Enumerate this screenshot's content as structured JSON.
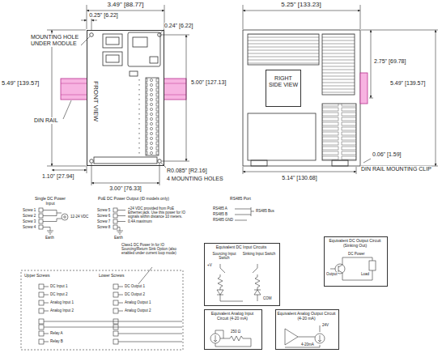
{
  "diagram": {
    "nodes": [
      {
        "text": [
          "FRONT VIEW"
        ]
      },
      {
        "text": [
          "RIGHT SIDE VIEW"
        ]
      },
      {
        "text": [
          "Equivalent DC Input Circuits",
          "Sourcing Input Switch",
          "Sinking Input Switch"
        ]
      },
      {
        "text": [
          "Equivalent DC Output Circuit (Sinking Out)"
        ]
      },
      {
        "text": [
          "Equivalent Analog Input Circuit (4-20 mA)"
        ]
      },
      {
        "text": [
          "Equivalent Analog Output Circuit (4-20 mA)"
        ]
      }
    ],
    "labels": [
      "3.49\" [88.77]",
      "0.25\" [6.22]",
      "0.24\" [6.22]",
      "MOUNTING HOLE UNDER MODULE",
      "5.49\" [139.57]",
      "DIN RAIL",
      "5.00\" [127.13]",
      "R0.085\" [R2.16]",
      "4 MOUNTING HOLES",
      "1.10\" [27.94]",
      "3.00\" [76.33]",
      "5.25\" [133.23]",
      "2.75\" [69.78]",
      "5.49\" [139.57]",
      "0.06\" [1.59]",
      "DIN RAIL MOUNTING CLIP",
      "5.14\" [130.68]",
      "Single DC Power Input",
      "Screw 1",
      "Screw 2",
      "Screw 3",
      "Screw 4",
      "12-24 VDC",
      "Earth",
      "PoE DC Power Output (ID models only)",
      "Screw 5",
      "Screw 6",
      "Screw 7",
      "Screw 8",
      "+24 VDC provided from PoE Ethernet jack. Use this power for IO signals within distance 10 meters. 0.4A maximum",
      "Earth",
      "RS485 Port",
      "RS485 A",
      "RS485 B",
      "RS485 GND",
      "RS485 Bus",
      "Class1 DC Power In for IO Sourcing/Return Sink Option (also enabled under current loop mode)",
      "Upper Screws",
      "Lower Screws",
      "DC Input 1",
      "DC Input 2",
      "Analog Input 1",
      "Analog Input 2",
      "DC Output 1",
      "DC Output 2",
      "Analog Output 1",
      "Analog Output 2",
      "Relay A",
      "Relay B",
      "+V",
      "COM",
      "DC Power",
      "Load",
      "Output",
      "250 Ω",
      "24V",
      "4-20mA"
    ]
  }
}
